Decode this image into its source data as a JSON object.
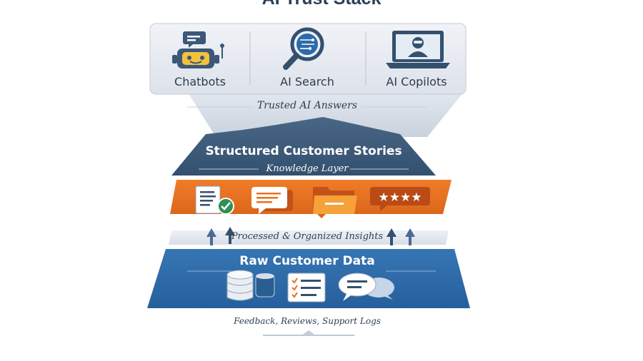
{
  "title": "AI Trust Stack",
  "tools": [
    {
      "label": "Chatbots",
      "icon": "chatbot-robot-icon"
    },
    {
      "label": "AI Search",
      "icon": "magnifier-circuit-icon"
    },
    {
      "label": "AI Copilots",
      "icon": "laptop-assistant-icon"
    }
  ],
  "trusted_label": "Trusted AI Answers",
  "knowledge_layer": {
    "title": "Structured Customer Stories",
    "subtitle": "Knowledge Layer",
    "icons": [
      "document-check-icon",
      "chat-bubble-icon",
      "folder-icon",
      "star-rating-icon"
    ]
  },
  "processed_label": "Processed & Organized Insights",
  "raw_layer": {
    "title": "Raw Customer Data",
    "icons": [
      "database-icon",
      "checklist-icon",
      "chat-bubbles-icon"
    ]
  },
  "sources_label": "Feedback, Reviews, Support Logs",
  "colors": {
    "navy": "#3d5a78",
    "orange": "#e8701f",
    "blue": "#2f6aa6",
    "panel": "#e6eaf0",
    "check_green": "#2e8f57",
    "title_text": "#2b3f57"
  }
}
